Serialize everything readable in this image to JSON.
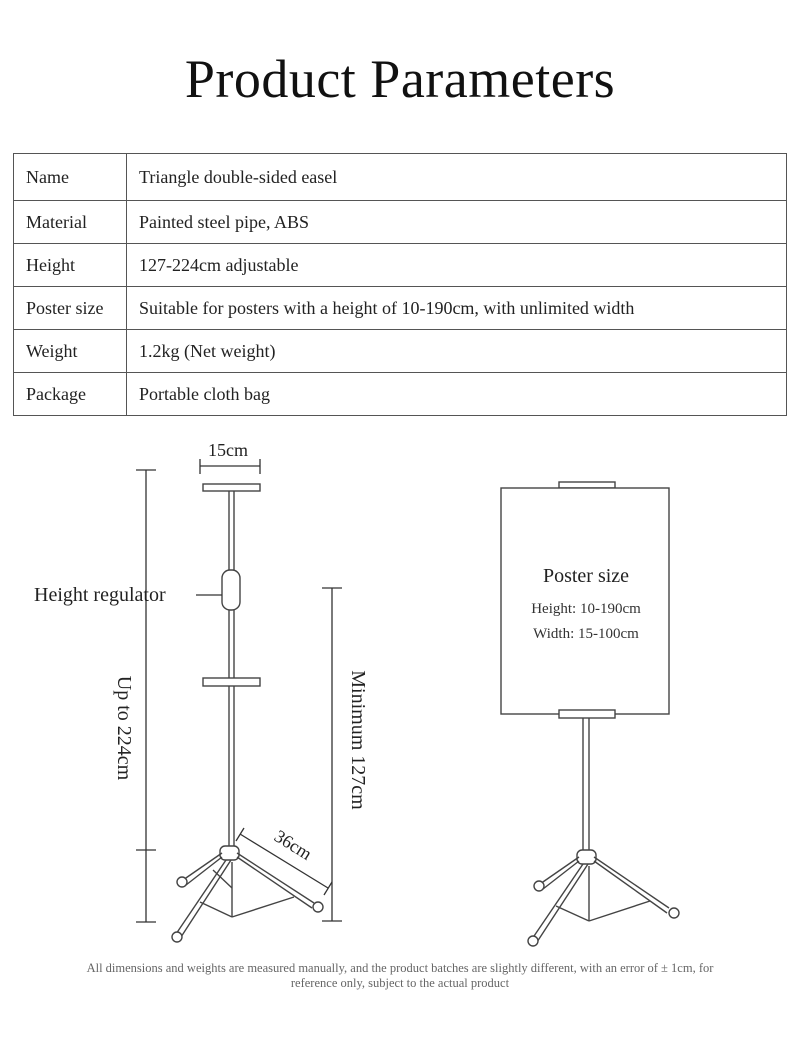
{
  "title": "Product Parameters",
  "params": [
    {
      "key": "Name",
      "value": "Triangle double-sided easel"
    },
    {
      "key": "Material",
      "value": "Painted steel pipe, ABS"
    },
    {
      "key": "Height",
      "value": "127-224cm adjustable"
    },
    {
      "key": "Poster size",
      "value": "Suitable for posters with a height of 10-190cm, with unlimited width"
    },
    {
      "key": "Weight",
      "value": "1.2kg (Net weight)"
    },
    {
      "key": "Package",
      "value": "Portable cloth bag"
    }
  ],
  "diagram": {
    "width_label": "15cm",
    "regulator_label": "Height regulator",
    "max_height_label": "Up to 224cm",
    "min_height_label": "Minimum 127cm",
    "leg_label": "36cm",
    "poster_title": "Poster size",
    "poster_height": "Height: 10-190cm",
    "poster_width": "Width: 15-100cm"
  },
  "note": "All dimensions and weights are measured manually, and the product batches are slightly different, with an error of ± 1cm, for reference only, subject to the actual product"
}
